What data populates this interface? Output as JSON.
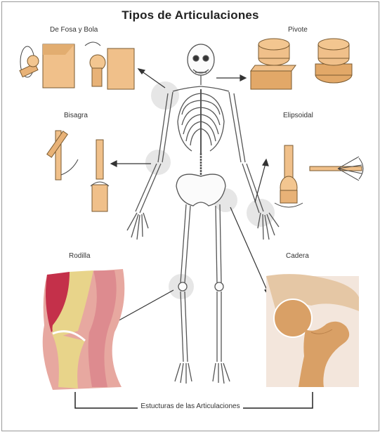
{
  "title": "Tipos de Articulaciones",
  "labels": {
    "ball_socket": "De Fosa y Bola",
    "pivot": "Pivote",
    "hinge": "Bisagra",
    "ellipsoid": "Elipsoidal",
    "knee": "Rodilla",
    "hip": "Cadera",
    "footer": "Estucturas de las Articulaciones"
  },
  "colors": {
    "bone_tan": "#f0c08a",
    "bone_dark": "#c58a4c",
    "knee_pink": "#d98f8f",
    "knee_red": "#c4304a",
    "cartilage_yellow": "#e8d48a",
    "skeleton_line": "#555555",
    "joint_highlight": "#e4e4e4"
  }
}
